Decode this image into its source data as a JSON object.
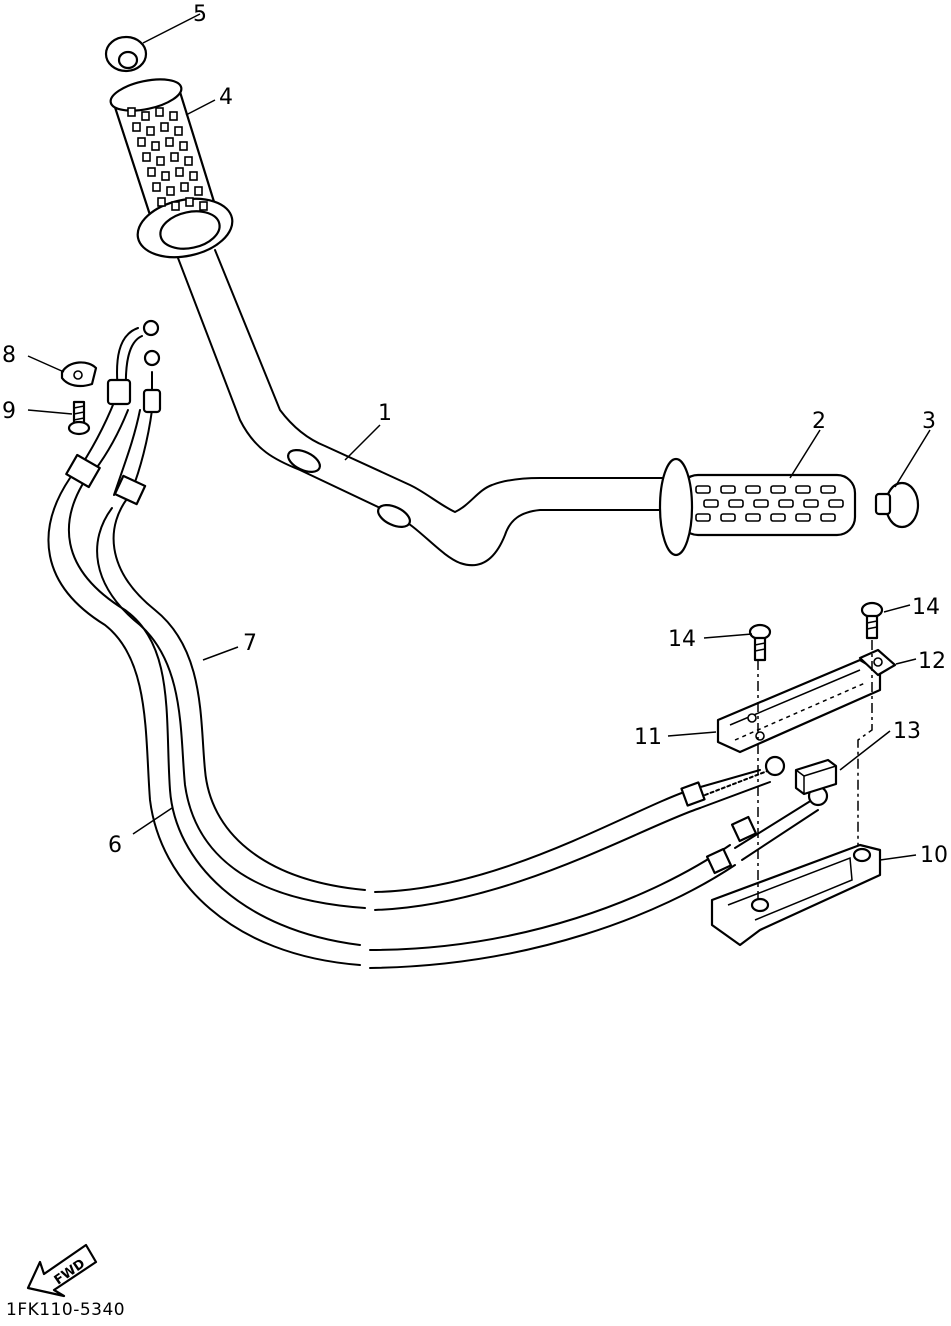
{
  "diagram": {
    "callouts": [
      {
        "id": "1",
        "label": "1"
      },
      {
        "id": "2",
        "label": "2"
      },
      {
        "id": "3",
        "label": "3"
      },
      {
        "id": "4",
        "label": "4"
      },
      {
        "id": "5",
        "label": "5"
      },
      {
        "id": "6",
        "label": "6"
      },
      {
        "id": "7",
        "label": "7"
      },
      {
        "id": "8",
        "label": "8"
      },
      {
        "id": "9",
        "label": "9"
      },
      {
        "id": "10",
        "label": "10"
      },
      {
        "id": "11",
        "label": "11"
      },
      {
        "id": "12",
        "label": "12"
      },
      {
        "id": "13",
        "label": "13"
      },
      {
        "id": "14a",
        "label": "14"
      },
      {
        "id": "14b",
        "label": "14"
      }
    ],
    "fwd_label": "FWD",
    "doc_code": "1FK110-5340"
  }
}
